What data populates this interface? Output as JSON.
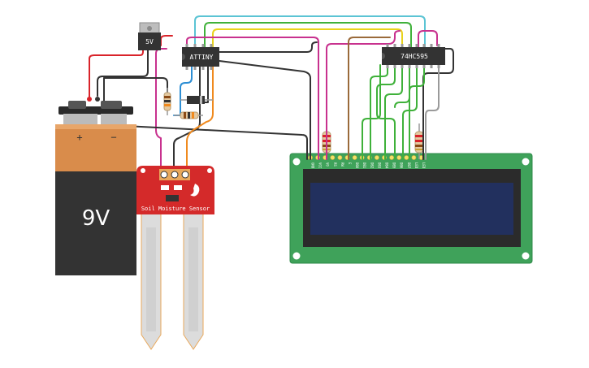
{
  "components": {
    "regulator": {
      "label": "5V"
    },
    "attiny": {
      "label": "ATTINY"
    },
    "shift_register": {
      "label": "74HC595"
    },
    "battery": {
      "voltage": "9V",
      "plus": "+",
      "minus": "−"
    },
    "sensor": {
      "label": "Soil Moisture Sensor"
    },
    "lcd": {
      "pins": [
        "GND",
        "VCC",
        "V0",
        "RS",
        "RW",
        "E",
        "DB0",
        "DB1",
        "DB2",
        "DB3",
        "DB4",
        "DB5",
        "DB6",
        "DB7",
        "LED",
        "LED"
      ]
    }
  },
  "colors": {
    "wire_red": "#d9232a",
    "wire_black": "#333333",
    "wire_magenta": "#c8318e",
    "wire_cyan": "#5bc4d4",
    "wire_green": "#3fb13a",
    "wire_yellow": "#e8d21c",
    "wire_orange": "#f08a1e",
    "wire_blue": "#2d8ed4",
    "wire_brown": "#9a6a3a",
    "wire_gray": "#9a9a9a",
    "lcd_board": "#3fa25a",
    "lcd_screen": "#22305e",
    "sensor_board": "#d42a2a",
    "battery_body": "#333333",
    "battery_label": "#d98c4b"
  }
}
